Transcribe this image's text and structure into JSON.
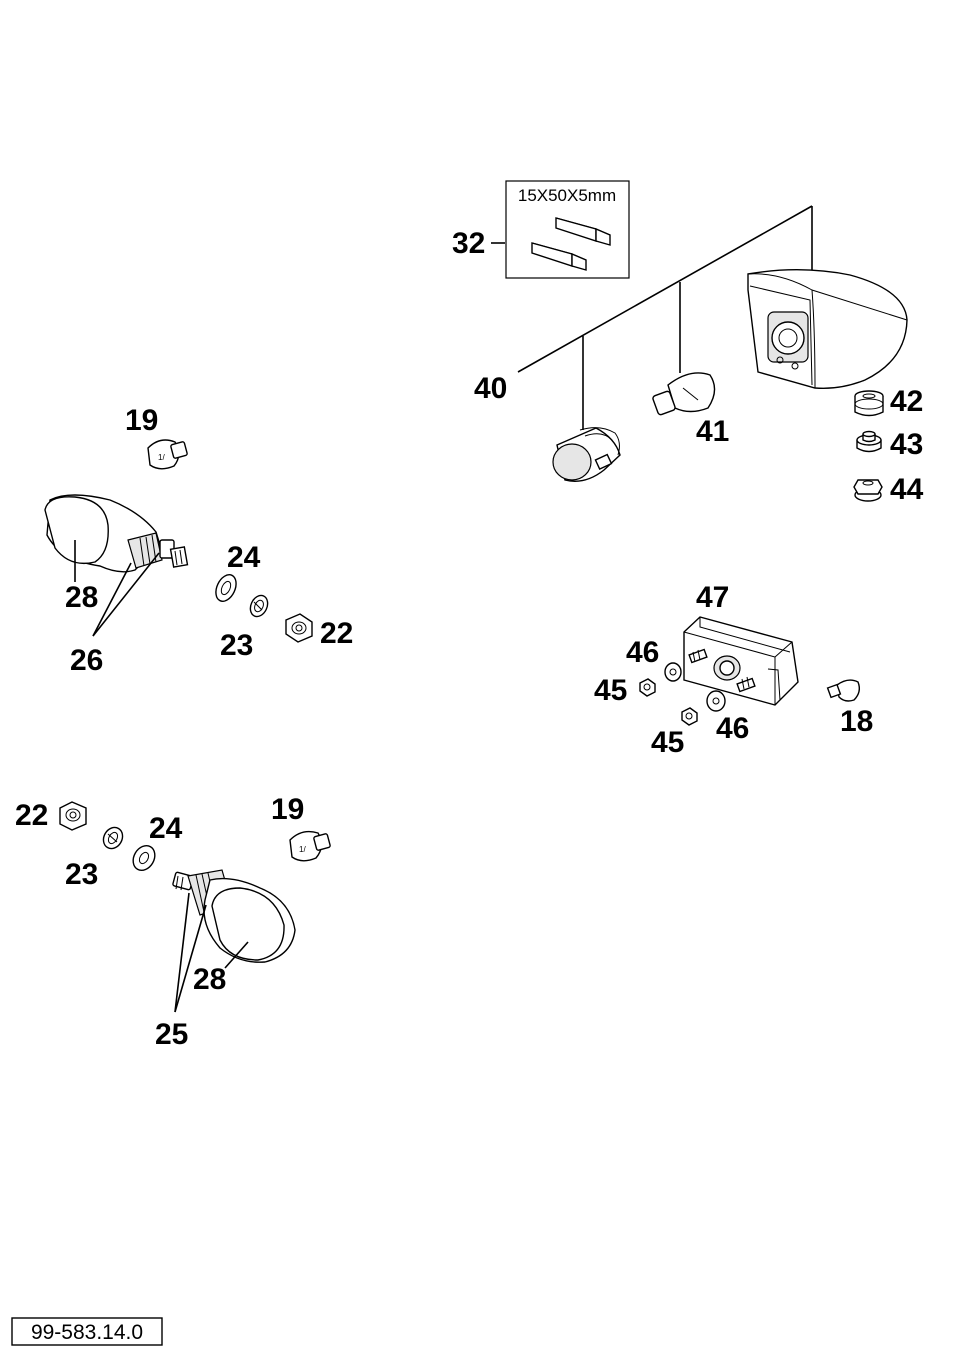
{
  "callouts": {
    "c32": "32",
    "c40": "40",
    "c41": "41",
    "c42": "42",
    "c43": "43",
    "c44": "44",
    "c19a": "19",
    "c24a": "24",
    "c28a": "28",
    "c26": "26",
    "c23a": "23",
    "c22a": "22",
    "c47": "47",
    "c46a": "46",
    "c45a": "45",
    "c45b": "45",
    "c46b": "46",
    "c18": "18",
    "c22b": "22",
    "c23b": "23",
    "c24b": "24",
    "c19b": "19",
    "c28b": "28",
    "c25": "25"
  },
  "pad_dimension": "15X50X5mm",
  "drawing_reference": "99-583.14.0"
}
